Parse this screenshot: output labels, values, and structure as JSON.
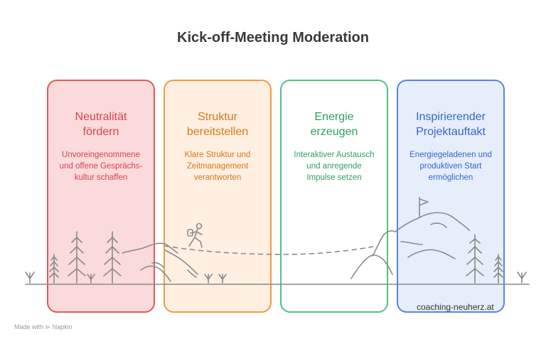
{
  "title": "Kick-off-Meeting Moderation",
  "cards": [
    {
      "title": "Neutralität\nfördern",
      "desc": "Unvoreingenommene\nund offene Gesprächs-\nkultur schaffen"
    },
    {
      "title": "Struktur\nbereitstellen",
      "desc": "Klare Struktur und\nZeitmanagement\nverantworten"
    },
    {
      "title": "Energie\nerzeugen",
      "desc": "Interaktiver Austausch\nund anregende\nImpulse setzen"
    },
    {
      "title": "Inspirierender\nProjektauftakt",
      "desc": "Energiegeladenen und\nproduktiven Start\nermöglichen"
    }
  ],
  "footer": {
    "website": "coaching-neuherz.at",
    "made_with": "Made with",
    "brand": "Napkin"
  },
  "colors": {
    "red": "#e45858",
    "orange": "#ef9a47",
    "green": "#53c082",
    "blue": "#5885e0",
    "ink": "#8a8a8a"
  },
  "icons": [
    "pine-tree-icon",
    "hiker-icon",
    "summit-flag-icon",
    "grass-icon",
    "napkin-logo-icon"
  ]
}
